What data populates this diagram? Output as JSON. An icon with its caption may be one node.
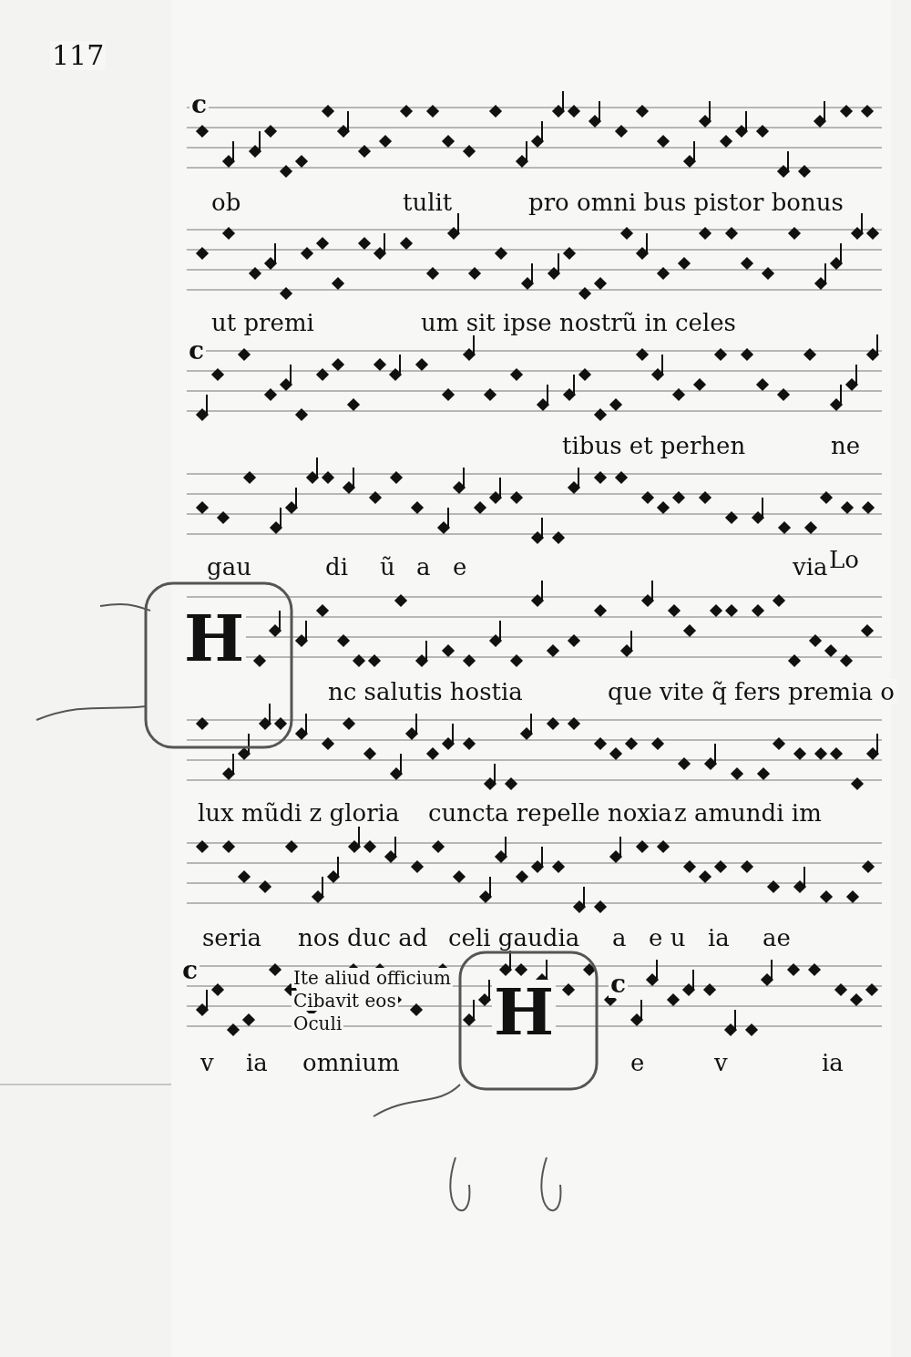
{
  "diagram": {
    "labels": [
      "117",
      "c",
      "ob",
      "tulit",
      "pro omni bus pistor bonus",
      "ut premi",
      "um sit ipse nostrũ in celes",
      "c",
      "tibus et perhen",
      "ne",
      "gau",
      "di",
      "ũ",
      "a",
      "e",
      "via",
      "Lo",
      "H",
      "nc salutis hostia",
      "que vite q̃ fers premia o",
      "lux mũdi z gloria",
      "cuncta repelle noxia",
      "z amundi im",
      "seria",
      "nos duc ad",
      "celi gaudia",
      "a",
      "e u",
      "ia",
      "ae",
      "c",
      "Ite aliud officium",
      "Cibavit eos",
      "Oculi",
      "H",
      "c",
      "v",
      "ia",
      "omnium",
      "e",
      "v",
      "ia"
    ]
  }
}
